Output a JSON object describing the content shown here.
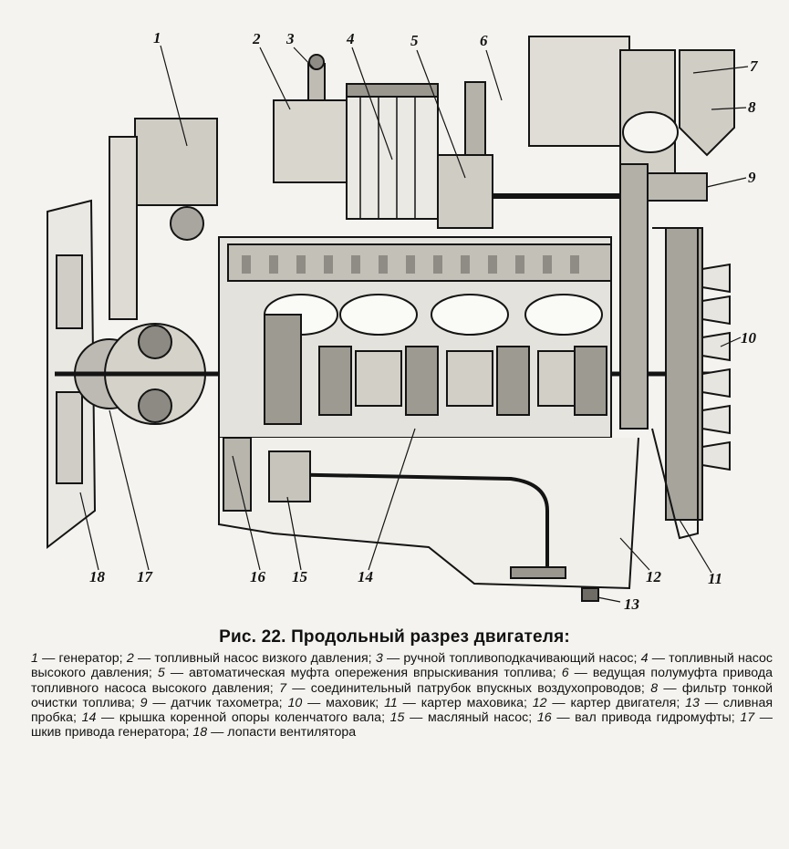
{
  "figure": {
    "callouts": [
      "1",
      "2",
      "3",
      "4",
      "5",
      "6",
      "7",
      "8",
      "9",
      "10",
      "11",
      "12",
      "13",
      "14",
      "15",
      "16",
      "17",
      "18"
    ]
  },
  "caption": {
    "title": "Рис. 22. Продольный разрез двигателя:",
    "legend": [
      {
        "n": "1",
        "t": " — генератор; "
      },
      {
        "n": "2",
        "t": " — топливный насос визкого давления; "
      },
      {
        "n": "3",
        "t": " — ручной топливоподкачивающий насос; "
      },
      {
        "n": "4",
        "t": " — топливный насос высокого давления; "
      },
      {
        "n": "5",
        "t": " — автоматическая муфта опережения впрыскивания топлива; "
      },
      {
        "n": "6",
        "t": " — ведущая полумуфта привода топливного насоса высокого давления; "
      },
      {
        "n": "7",
        "t": " — соединительный патрубок впускных воздухопроводов; "
      },
      {
        "n": "8",
        "t": " — фильтр тонкой очистки топлива; "
      },
      {
        "n": "9",
        "t": " — датчик тахометра; "
      },
      {
        "n": "10",
        "t": " — маховик; "
      },
      {
        "n": "11",
        "t": " — картер маховика; "
      },
      {
        "n": "12",
        "t": " — картер двигателя; "
      },
      {
        "n": "13",
        "t": " — сливная пробка; "
      },
      {
        "n": "14",
        "t": " — крышка коренной опоры коленчатого вала; "
      },
      {
        "n": "15",
        "t": " — масляный насос; "
      },
      {
        "n": "16",
        "t": " — вал привода гидромуфты; "
      },
      {
        "n": "17",
        "t": " — шкив привода генератора; "
      },
      {
        "n": "18",
        "t": " — лопасти вентилятора"
      }
    ]
  }
}
